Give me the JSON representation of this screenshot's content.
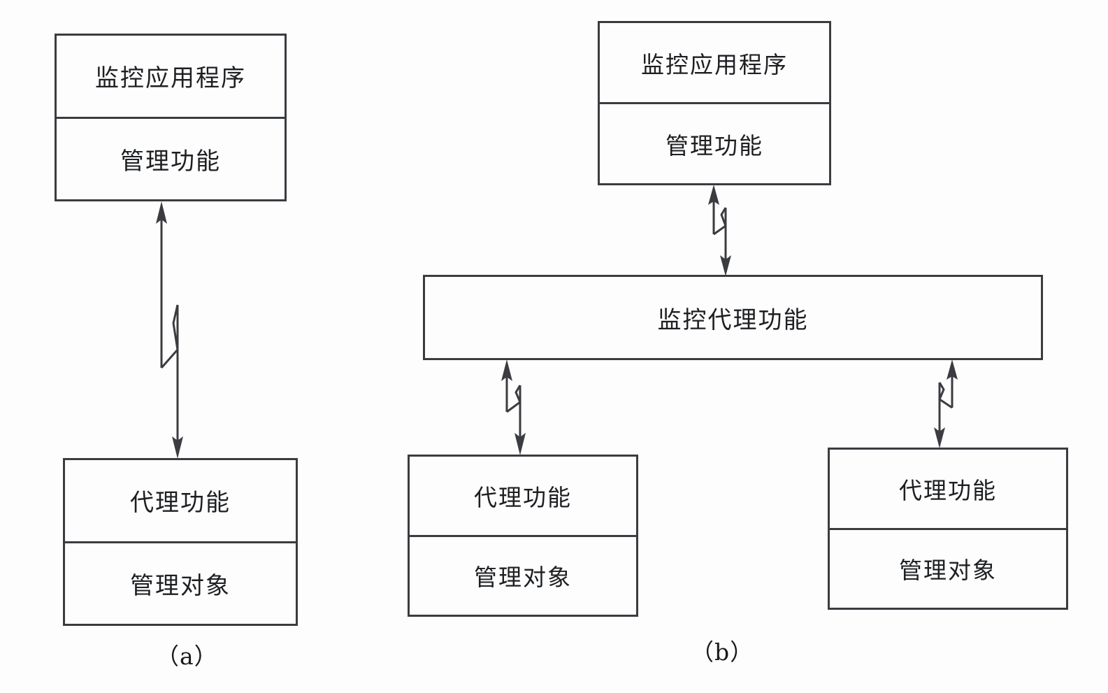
{
  "figure": {
    "background_color": "#fdfdfd",
    "ink_color": "#3a3c40",
    "diagrams": [
      {
        "id": "a",
        "caption": "（a）",
        "nodes": [
          {
            "id": "box-a-app",
            "cells": [
              "监控应用程序",
              "管理功能"
            ]
          },
          {
            "id": "box-a-agent",
            "cells": [
              "代理功能",
              "管理对象"
            ]
          }
        ],
        "connectors": [
          {
            "id": "conn-a",
            "from": "box-a-app",
            "to": "box-a-agent",
            "style": "double-arrow-zigzag"
          }
        ]
      },
      {
        "id": "b",
        "caption": "（b）",
        "nodes": [
          {
            "id": "box-b-app",
            "cells": [
              "监控应用程序",
              "管理功能"
            ]
          },
          {
            "id": "box-b-proxy",
            "cells": [
              "监控代理功能"
            ]
          },
          {
            "id": "box-b-agent-l",
            "cells": [
              "代理功能",
              "管理对象"
            ]
          },
          {
            "id": "box-b-agent-r",
            "cells": [
              "代理功能",
              "管理对象"
            ]
          }
        ],
        "connectors": [
          {
            "id": "conn-b-top",
            "from": "box-b-app",
            "to": "box-b-proxy",
            "style": "double-arrow-zigzag"
          },
          {
            "id": "conn-b-left",
            "from": "box-b-proxy",
            "to": "box-b-agent-l",
            "style": "double-arrow-zigzag"
          },
          {
            "id": "conn-b-right",
            "from": "box-b-proxy",
            "to": "box-b-agent-r",
            "style": "double-arrow-zigzag"
          }
        ]
      }
    ]
  },
  "labels": {
    "monitoring_application": "监控应用程序",
    "management_function": "管理功能",
    "agent_function": "代理功能",
    "managed_object": "管理对象",
    "monitoring_proxy_function": "监控代理功能",
    "caption_a": "（a）",
    "caption_b": "（b）"
  }
}
